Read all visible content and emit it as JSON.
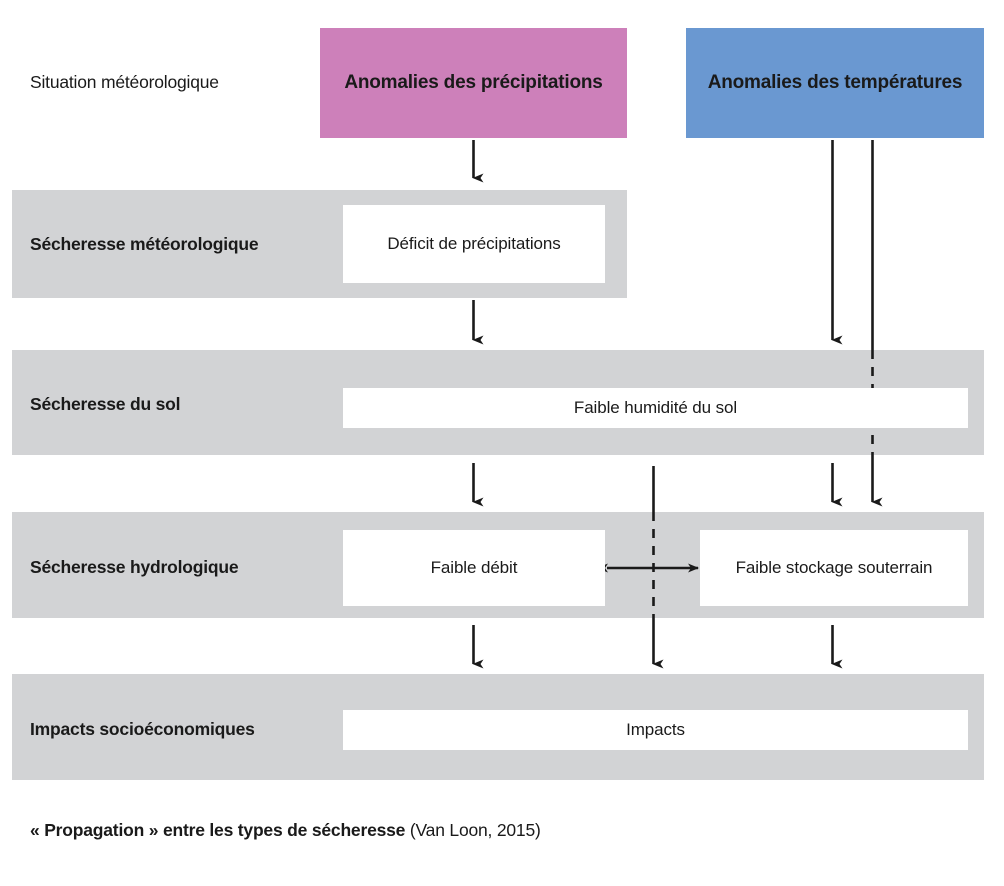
{
  "diagram": {
    "title": "Propagation entre les types de secheresse",
    "colors": {
      "precipitation_anomalies": "#cd80ba",
      "temperature_anomalies": "#6a98d1",
      "band_gray": "#d2d3d5",
      "box_white": "#ffffff",
      "arrow_black": "#1a1a1a"
    },
    "rows": [
      {
        "key": "situation",
        "label": "Situation météorologique",
        "banded": false
      },
      {
        "key": "meteo",
        "label": "Sécheresse météorologique",
        "banded": true
      },
      {
        "key": "sol",
        "label": "Sécheresse du sol",
        "banded": true
      },
      {
        "key": "hydro",
        "label": "Sécheresse hydrologique",
        "banded": true
      },
      {
        "key": "impacts",
        "label": "Impacts socioéconomiques",
        "banded": true
      }
    ],
    "source_boxes": [
      {
        "key": "precipitation",
        "label": "Anomalies des précipitations",
        "color": "#cd80ba"
      },
      {
        "key": "temperature",
        "label": "Anomalies des températures",
        "color": "#6a98d1"
      }
    ],
    "nodes": [
      {
        "key": "deficit_precipitations",
        "label": "Déficit de précipitations",
        "row": "meteo"
      },
      {
        "key": "faible_humidite_sol",
        "label": "Faible humidité du sol",
        "row": "sol"
      },
      {
        "key": "faible_debit",
        "label": "Faible débit",
        "row": "hydro"
      },
      {
        "key": "faible_stockage",
        "label": "Faible stockage souterrain",
        "row": "hydro"
      },
      {
        "key": "impacts",
        "label": "Impacts",
        "row": "impacts"
      }
    ],
    "connections": [
      {
        "from": "Anomalies des précipitations",
        "to": "Déficit de précipitations",
        "style": "solid",
        "direction": "down"
      },
      {
        "from": "Déficit de précipitations",
        "to": "Faible humidité du sol",
        "style": "solid",
        "direction": "down"
      },
      {
        "from": "Faible humidité du sol",
        "to": "Faible débit",
        "style": "solid",
        "direction": "down"
      },
      {
        "from": "Faible débit",
        "to": "Impacts",
        "style": "solid",
        "direction": "down"
      },
      {
        "from": "Anomalies des températures",
        "to": "Faible humidité du sol",
        "style": "solid",
        "direction": "down"
      },
      {
        "from": "Anomalies des températures",
        "to": "Faible stockage souterrain",
        "style": "dashed",
        "direction": "down"
      },
      {
        "from": "Faible humidité du sol",
        "to": "Faible stockage souterrain",
        "style": "solid",
        "direction": "down"
      },
      {
        "from": "Faible humidité du sol",
        "to": "Impacts",
        "style": "dashed",
        "direction": "down"
      },
      {
        "from": "Faible stockage souterrain",
        "to": "Impacts",
        "style": "solid",
        "direction": "down"
      },
      {
        "from": "Faible débit",
        "to": "Faible stockage souterrain",
        "style": "solid",
        "direction": "both"
      }
    ]
  },
  "caption": {
    "main": "« Propagation » entre les types de sécheresse",
    "source": " (Van Loon, 2015)"
  }
}
